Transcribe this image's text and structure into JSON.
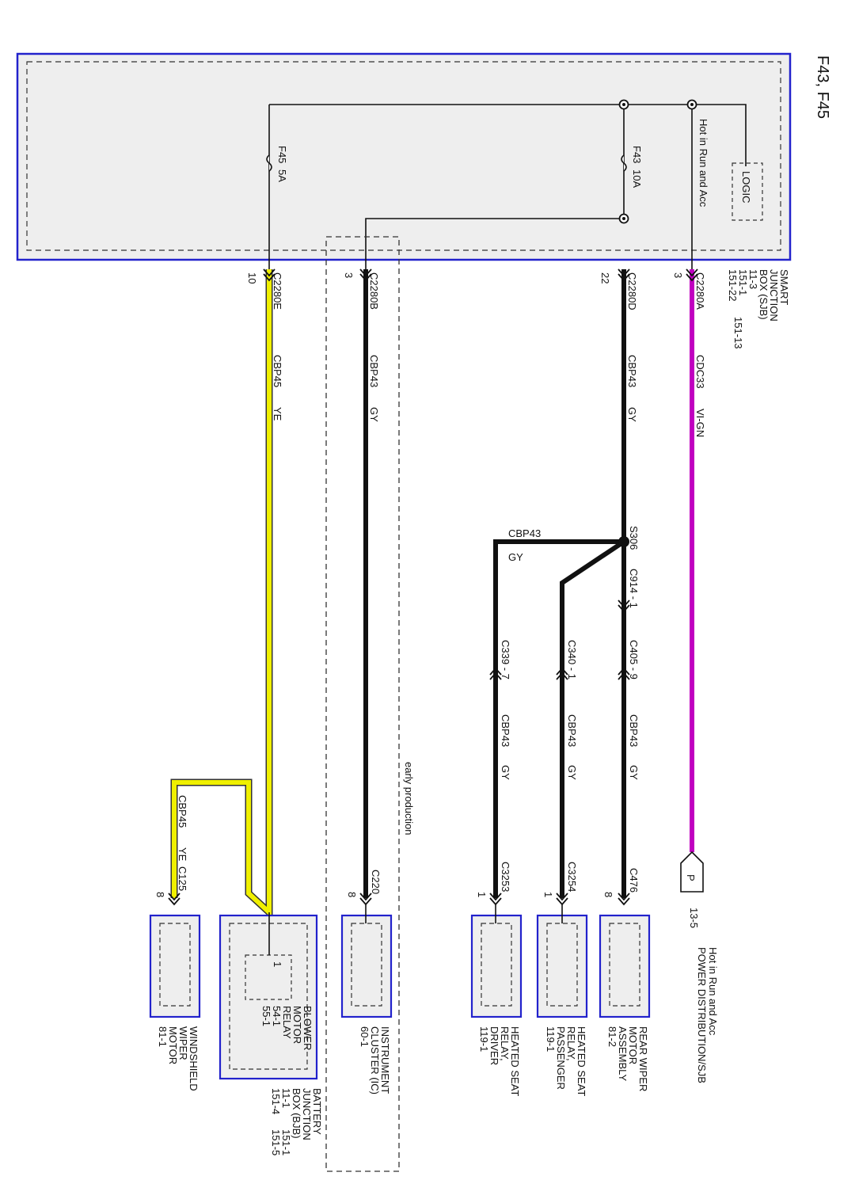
{
  "page_title": "F43, F45",
  "sjb": {
    "logic_label": "LOGIC",
    "hot_label": "Hot in Run and Acc",
    "fuse_f43": {
      "name": "F43",
      "rating": "10A"
    },
    "fuse_f45": {
      "name": "F45",
      "rating": "5A"
    },
    "component_name": [
      "SMART",
      "JUNCTION",
      "BOX (SJB)",
      "11-3",
      "151-1",
      "151-22"
    ],
    "component_ref_extra": "151-13"
  },
  "wires": [
    {
      "id": "cdc33",
      "connector": "C2280A",
      "pin": "3",
      "circuit": "CDC33",
      "color_code": "VI-GN",
      "color": "#c000c0"
    },
    {
      "id": "cbp43-d",
      "connector": "C2280D",
      "pin": "22",
      "circuit": "CBP43",
      "color_code": "GY",
      "color": "#111111"
    },
    {
      "id": "cbp43-b",
      "connector": "C2280B",
      "pin": "3",
      "circuit": "CBP43",
      "color_code": "GY",
      "color": "#111111"
    },
    {
      "id": "cbp45",
      "connector": "C2280E",
      "pin": "10",
      "circuit": "CBP45",
      "color_code": "YE",
      "color": "#f0f000"
    }
  ],
  "splice": {
    "name": "S306",
    "branch_circuit": "CBP43",
    "branch_color_code": "GY",
    "inline_connector": "C914 - 1",
    "branch_connectors": [
      "C405 - 9",
      "C340 - 1",
      "C339 - 7"
    ],
    "branch_wire_labels": [
      {
        "circuit": "CBP43",
        "color_code": "GY"
      },
      {
        "circuit": "CBP43",
        "color_code": "GY"
      },
      {
        "circuit": "CBP43",
        "color_code": "GY"
      }
    ]
  },
  "power_ref": {
    "symbol": "P",
    "ref": "13-5",
    "label_lines": [
      "Hot in Run and Acc",
      "POWER DISTRIBUTION/SJB"
    ]
  },
  "early_production_label": "early production",
  "yellow_branch": {
    "circuit": "CBP45",
    "color_code": "YE",
    "connector": "C125",
    "pin": "8"
  },
  "components": [
    {
      "id": "rear-wiper",
      "connector": "C476",
      "pin": "8",
      "lines": [
        "REAR WIPER",
        "MOTOR",
        "ASSEMBLY",
        "81-2"
      ]
    },
    {
      "id": "heated-seat-passenger",
      "connector": "C3254",
      "pin": "1",
      "lines": [
        "HEATED SEAT",
        "RELAY,",
        "PASSENGER",
        "119-1"
      ]
    },
    {
      "id": "heated-seat-driver",
      "connector": "C3253",
      "pin": "1",
      "lines": [
        "HEATED SEAT",
        "RELAY,",
        "DRIVER",
        "119-1"
      ]
    },
    {
      "id": "instrument-cluster",
      "connector": "C220",
      "pin": "8",
      "lines": [
        "INSTRUMENT",
        "CLUSTER (IC)",
        "60-1"
      ]
    },
    {
      "id": "bjb",
      "pin": "1",
      "relay_lines": [
        "BLOWER",
        "MOTOR",
        "RELAY",
        "54-1",
        "55-1"
      ],
      "lines": [
        "BATTERY",
        "JUNCTION",
        "BOX (BJB)",
        "11-1",
        "151-4"
      ],
      "refs_extra": [
        "151-1",
        "151-5"
      ]
    },
    {
      "id": "windshield-wiper",
      "lines": [
        "WINDSHIELD",
        "WIPER",
        "MOTOR",
        "81-1"
      ]
    }
  ]
}
